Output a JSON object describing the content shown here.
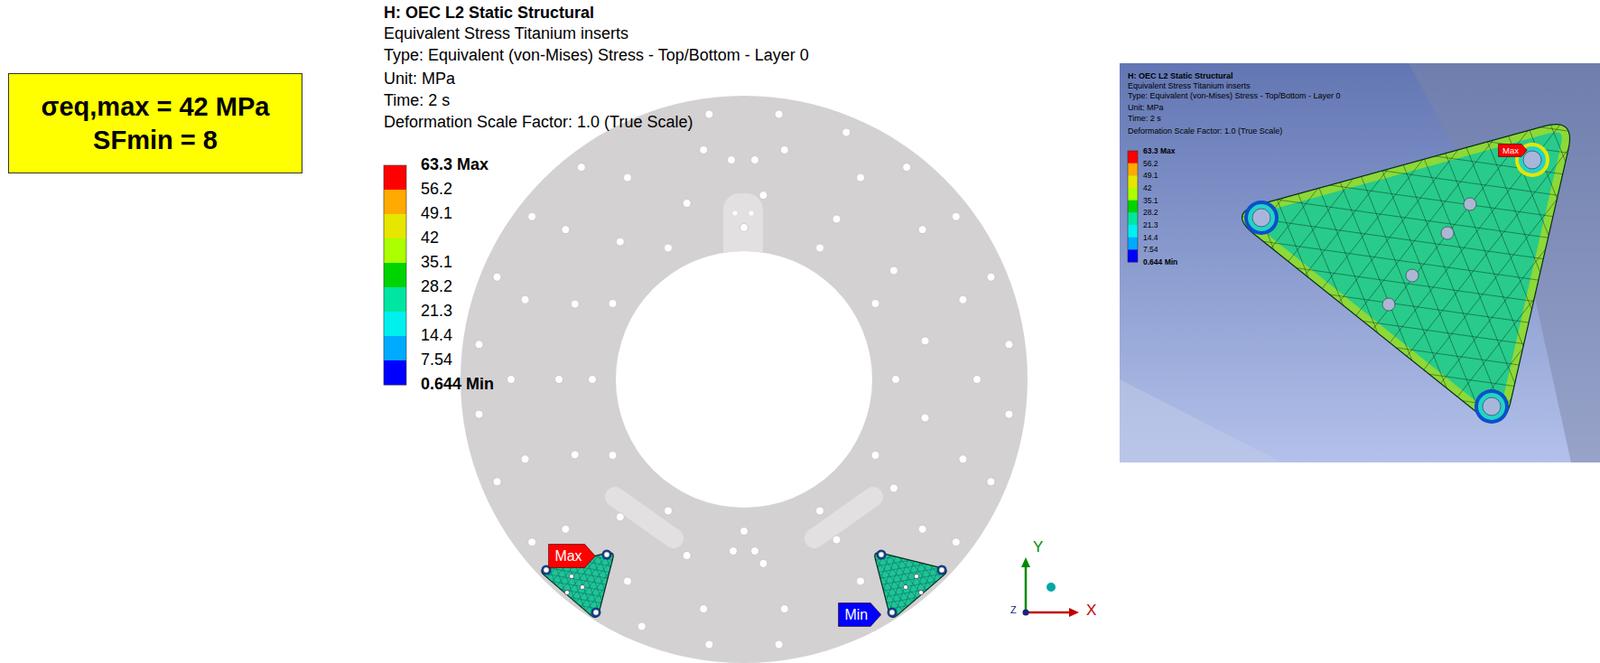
{
  "diagram": {
    "title": "H: OEC L2 Static Structural",
    "nodes": [
      {
        "text": [
          "σeq,max = 42 MPa",
          "SFmin = 8"
        ]
      },
      {
        "text": [
          "Max"
        ]
      },
      {
        "text": [
          "Max"
        ]
      },
      {
        "text": [
          "Min"
        ]
      }
    ],
    "labels": [
      "Equivalent Stress Titanium inserts",
      "Type: Equivalent (von-Mises) Stress - Top/Bottom - Layer 0",
      "Unit: MPa",
      "Time: 2 s",
      "Deformation Scale Factor: 1.0 (True Scale)",
      "63.3 Max",
      "56.2",
      "49.1",
      "42",
      "35.1",
      "28.2",
      "21.3",
      "14.4",
      "7.54",
      "0.644 Min",
      "Y",
      "X",
      "Z",
      "H: OEC L2 Static Structural",
      "Equivalent Stress Titanium inserts",
      "Type: Equivalent (von-Mises) Stress - Top/Bottom - Layer 0",
      "Unit: MPa",
      "Time: 2 s",
      "Deformation Scale Factor: 1.0 (True Scale)",
      "63.3 Max",
      "56.2",
      "49.1",
      "42",
      "35.1",
      "28.2",
      "21.3",
      "14.4",
      "7.54",
      "0.644 Min"
    ]
  }
}
